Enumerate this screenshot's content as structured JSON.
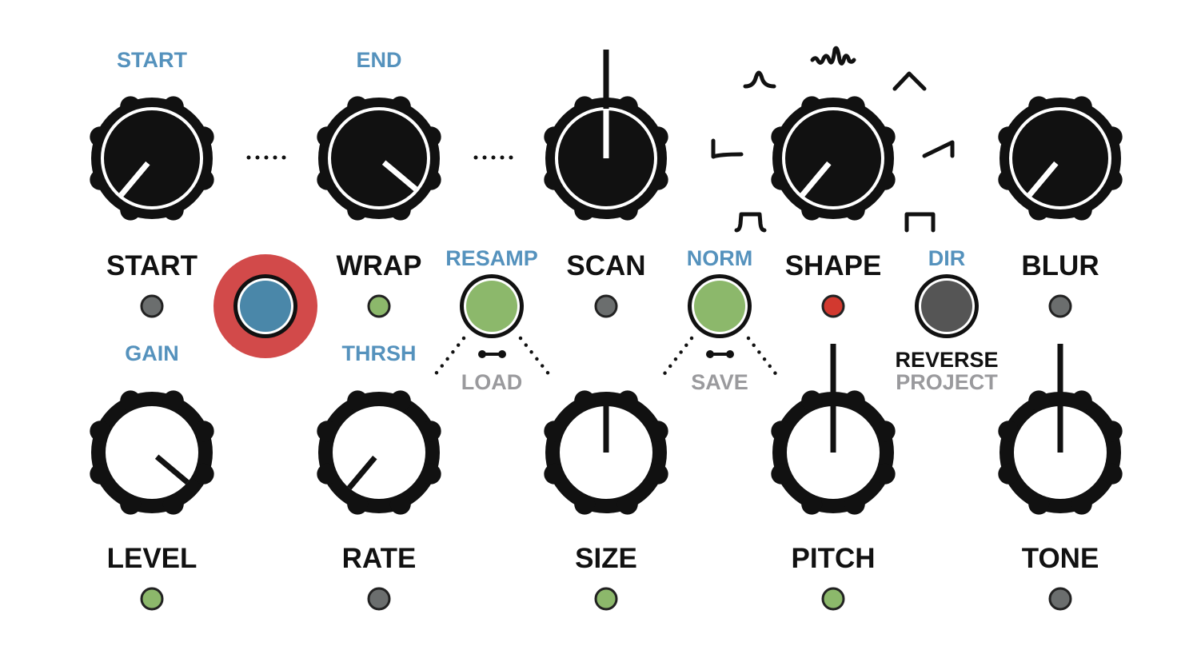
{
  "colors": {
    "led_off": "#6b6e6e",
    "led_green": "#8cb86b",
    "led_red": "#d2392f",
    "accent_blue": "#5592bd",
    "ring_red": "#d24a4a",
    "button_blue": "#4a87a9",
    "button_dark": "#555555",
    "label_gray": "#9a9a9d"
  },
  "top_knobs": [
    {
      "label": "START",
      "alt_label": "START",
      "style": "filled",
      "pointer_angle_deg": -140,
      "led": "led_off"
    },
    {
      "label": "WRAP",
      "alt_label": "END",
      "style": "filled",
      "pointer_angle_deg": 130,
      "led": "led_green"
    },
    {
      "label": "SCAN",
      "alt_label": "",
      "style": "filled",
      "pointer_angle_deg": 0,
      "led": "led_off"
    },
    {
      "label": "SHAPE",
      "alt_label": "",
      "style": "filled",
      "pointer_angle_deg": -140,
      "led": "led_red"
    },
    {
      "label": "BLUR",
      "alt_label": "",
      "style": "filled",
      "pointer_angle_deg": -140,
      "led": "led_off"
    }
  ],
  "bottom_knobs": [
    {
      "label": "LEVEL",
      "alt_label": "GAIN",
      "pointer_angle_deg": 130,
      "led": "led_green"
    },
    {
      "label": "RATE",
      "alt_label": "THRSH",
      "pointer_angle_deg": -140,
      "led": "led_off"
    },
    {
      "label": "SIZE",
      "alt_label": "",
      "pointer_angle_deg": 0,
      "led": "led_green"
    },
    {
      "label": "PITCH",
      "alt_label": "",
      "pointer_angle_deg": 0,
      "led": "led_green"
    },
    {
      "label": "TONE",
      "alt_label": "",
      "pointer_angle_deg": 0,
      "led": "led_off"
    }
  ],
  "buttons": {
    "record": {
      "color": "button_blue"
    },
    "resamp": {
      "label": "RESAMP",
      "hold_label": "LOAD",
      "color": "led_green"
    },
    "norm": {
      "label": "NORM",
      "hold_label": "SAVE",
      "color": "led_green"
    },
    "dir": {
      "label": "DIR",
      "sub_label": "REVERSE",
      "hold_label": "PROJECT",
      "color": "button_dark"
    }
  },
  "shape_icons": [
    "exponential-decay-icon",
    "gaussian-icon",
    "wavelet-icon",
    "triangle-icon",
    "ramp-icon",
    "square-icon",
    "trapezoid-icon"
  ]
}
